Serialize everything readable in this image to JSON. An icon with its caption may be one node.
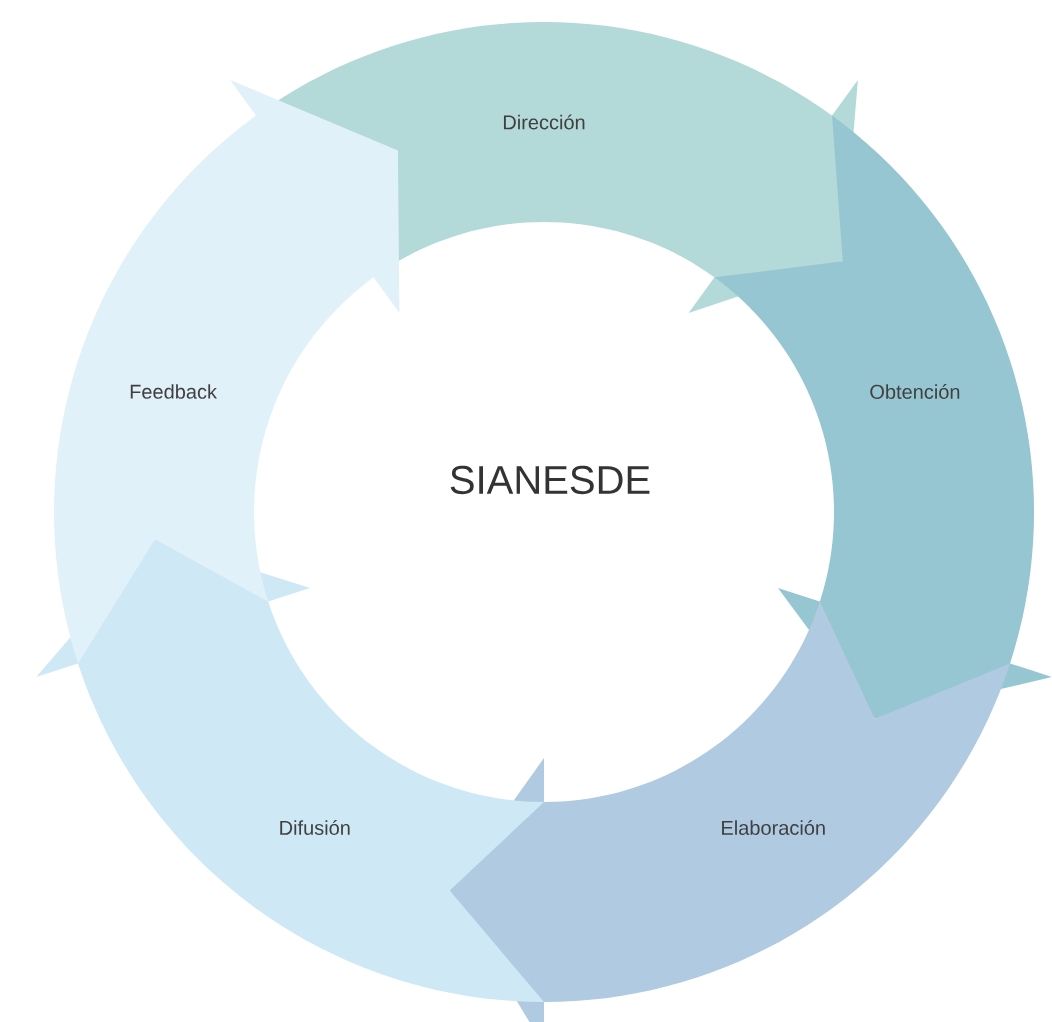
{
  "diagram": {
    "title": "SIANESDE",
    "nodes": [
      {
        "text": [
          "Dirección"
        ]
      },
      {
        "text": [
          "Obtención"
        ]
      },
      {
        "text": [
          "Elaboración"
        ]
      },
      {
        "text": [
          "Difusión"
        ]
      },
      {
        "text": [
          "Feedback"
        ]
      }
    ]
  }
}
